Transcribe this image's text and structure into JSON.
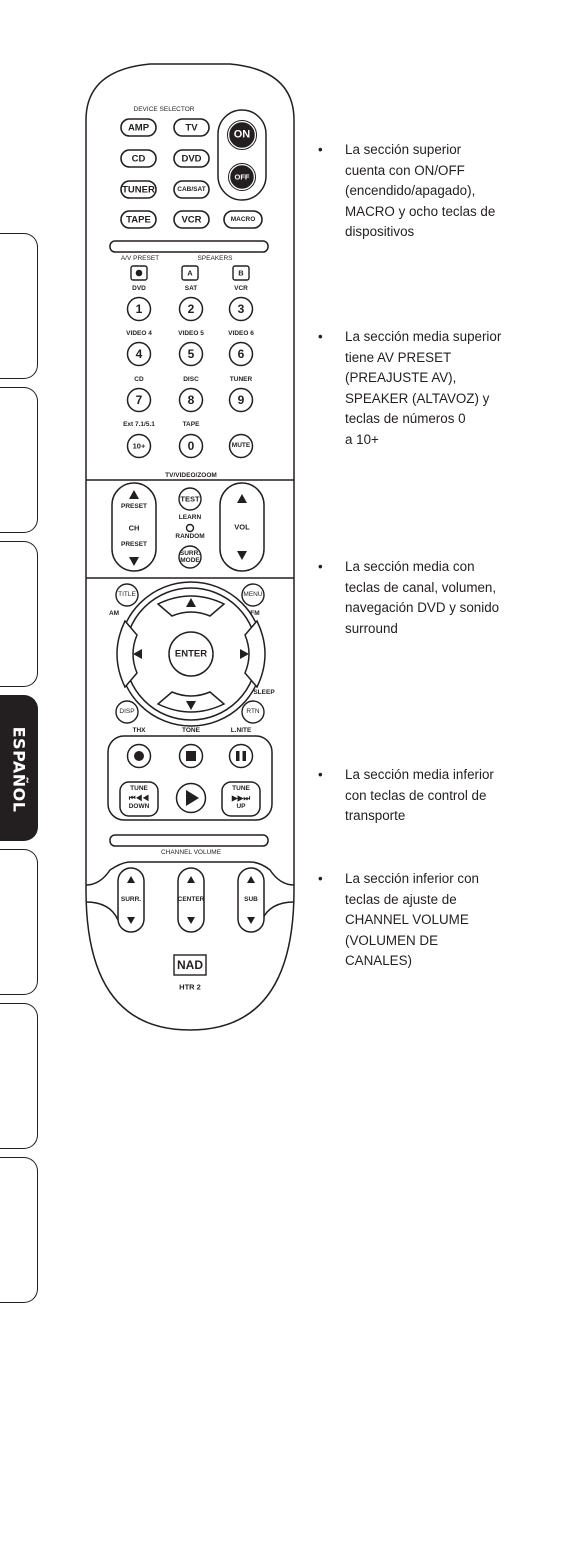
{
  "side_tabs": [
    {
      "label": "",
      "active": false
    },
    {
      "label": "",
      "active": false
    },
    {
      "label": "",
      "active": false
    },
    {
      "label": "ESPAÑOL",
      "active": true
    },
    {
      "label": "",
      "active": false
    },
    {
      "label": "",
      "active": false
    },
    {
      "label": "",
      "active": false
    }
  ],
  "remote": {
    "device_selector_label": "DEVICE SELECTOR",
    "devices": {
      "amp": "AMP",
      "tv": "TV",
      "cd": "CD",
      "dvd": "DVD",
      "tuner": "TUNER",
      "cabsat": "CAB/SAT",
      "tape": "TAPE",
      "vcr": "VCR",
      "macro": "MACRO"
    },
    "power": {
      "on": "ON",
      "off": "OFF"
    },
    "av_preset_label": "A/V PRESET",
    "speakers_label": "SPEAKERS",
    "speaker_a": "A",
    "speaker_b": "B",
    "number_labels": [
      "DVD",
      "SAT",
      "VCR",
      "VIDEO 4",
      "VIDEO 5",
      "VIDEO 6",
      "CD",
      "DISC",
      "TUNER",
      "Ext 7.1/5.1",
      "TAPE",
      ""
    ],
    "numbers": [
      "1",
      "2",
      "3",
      "4",
      "5",
      "6",
      "7",
      "8",
      "9",
      "10+",
      "0",
      "MUTE"
    ],
    "tv_video_zoom": "TV/VIDEO/ZOOM",
    "ch": {
      "preset_up": "PRESET",
      "label": "CH",
      "preset_down": "PRESET"
    },
    "test": "TEST",
    "learn": "LEARN",
    "random": "RANDOM",
    "surr_mode": [
      "SURR.",
      "MODE"
    ],
    "vol": "VOL",
    "title": "TITLE",
    "menu": "MENU",
    "am": "AM",
    "fm": "FM",
    "enter": "ENTER",
    "sleep": "SLEEP",
    "disp": "DISP",
    "rtn": "RTN",
    "thx": "THX",
    "tone": "TONE",
    "lnite": "L.NITE",
    "tune_down": [
      "TUNE",
      "DOWN"
    ],
    "tune_up": [
      "TUNE",
      "UP"
    ],
    "channel_volume_label": "CHANNEL VOLUME",
    "surr": "SURR.",
    "center": "CENTER",
    "sub": "SUB",
    "brand": "NAD",
    "model": "HTR 2"
  },
  "bullets": [
    {
      "symbol": "•",
      "text": "La sección superior\ncuenta con ON/OFF\n(encendido/apagado),\nMACRO y ocho teclas de\ndispositivos"
    },
    {
      "symbol": "•",
      "text": "La sección media superior\ntiene AV PRESET\n(PREAJUSTE AV),\nSPEAKER (ALTAVOZ) y\nteclas de números 0\na 10+"
    },
    {
      "symbol": "•",
      "text": "La sección media con\nteclas de canal, volumen,\nnavegación DVD y sonido\nsurround"
    },
    {
      "symbol": "•",
      "text": "La sección media inferior\ncon teclas de control de\ntransporte"
    },
    {
      "symbol": "•",
      "text": "La sección inferior con\nteclas de ajuste de\nCHANNEL VOLUME\n(VOLUMEN DE CANALES)"
    }
  ],
  "colors": {
    "ink": "#231f20",
    "paper": "#ffffff"
  }
}
